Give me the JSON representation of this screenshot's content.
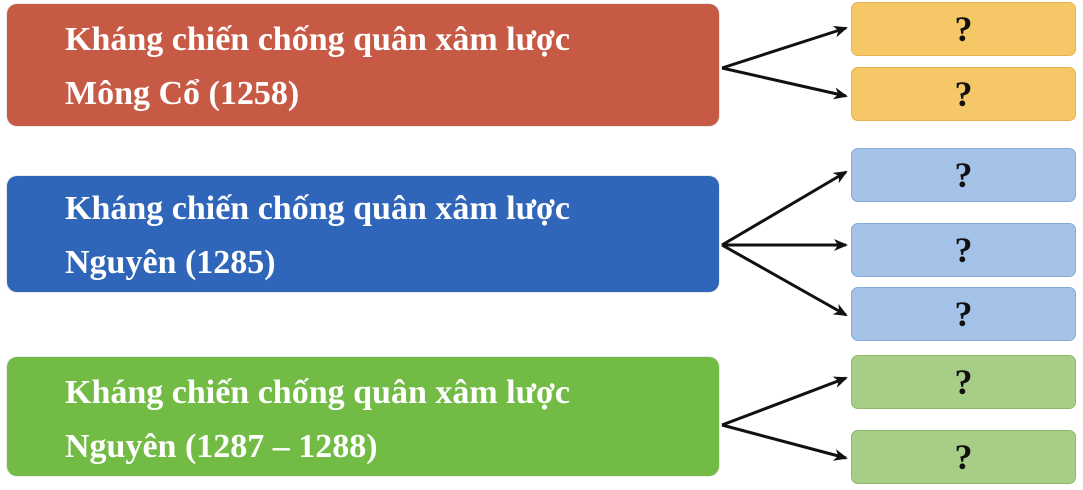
{
  "boxes": [
    {
      "line1": "Kháng chiến chống quân xâm lược",
      "line2": "Mông Cổ (1258)",
      "color": "#c75a45",
      "answers": [
        "?",
        "?"
      ]
    },
    {
      "line1": "Kháng chiến chống quân xâm lược",
      "line2": "Nguyên (1285)",
      "color": "#2f66b9",
      "answers": [
        "?",
        "?",
        "?"
      ]
    },
    {
      "line1": "Kháng chiến chống quân xâm lược",
      "line2": "Nguyên (1287 – 1288)",
      "color": "#72bc46",
      "answers": [
        "?",
        "?"
      ]
    }
  ],
  "answer_colors": {
    "orange": "#f6c766",
    "blue": "#a5c3e8",
    "green": "#a7cd87"
  }
}
